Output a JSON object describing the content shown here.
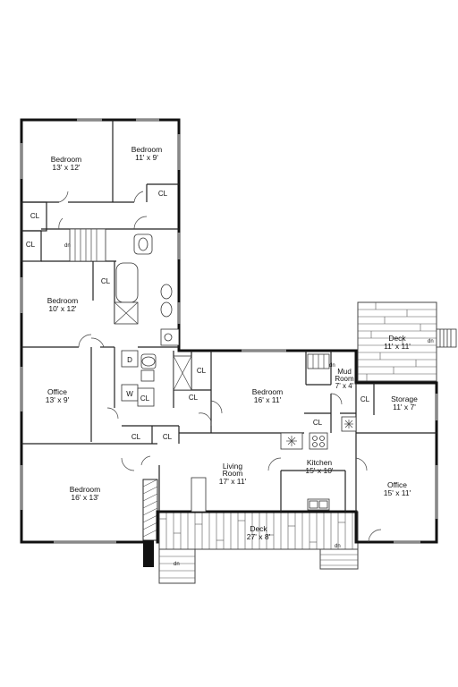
{
  "rooms": {
    "bedroom_nw": {
      "name": "Bedroom",
      "dims": "13' x 12'"
    },
    "bedroom_ne": {
      "name": "Bedroom",
      "dims": "11' x 9'"
    },
    "bedroom_mid": {
      "name": "Bedroom",
      "dims": "10' x 12'"
    },
    "office_w": {
      "name": "Office",
      "dims": "13' x 9'"
    },
    "bedroom_sw": {
      "name": "Bedroom",
      "dims": "16' x 13'"
    },
    "bedroom_c": {
      "name": "Bedroom",
      "dims": "16' x 11'"
    },
    "living": {
      "name1": "Living",
      "name2": "Room",
      "dims": "17' x 11'"
    },
    "kitchen": {
      "name": "Kitchen",
      "dims": "15' x 10'"
    },
    "mudroom": {
      "name1": "Mud",
      "name2": "Room",
      "dims": "7' x 4'"
    },
    "storage": {
      "name": "Storage",
      "dims": "11' x 7'"
    },
    "office_e": {
      "name": "Office",
      "dims": "15' x 11'"
    },
    "deck_ne": {
      "name": "Deck",
      "dims": "11' x 11'"
    },
    "deck_s": {
      "name": "Deck",
      "dims": "27' x 8'"
    }
  },
  "closets": {
    "label": "CL"
  },
  "appliances": {
    "dryer": "D",
    "washer": "W"
  },
  "stairs": {
    "label": "dn"
  }
}
